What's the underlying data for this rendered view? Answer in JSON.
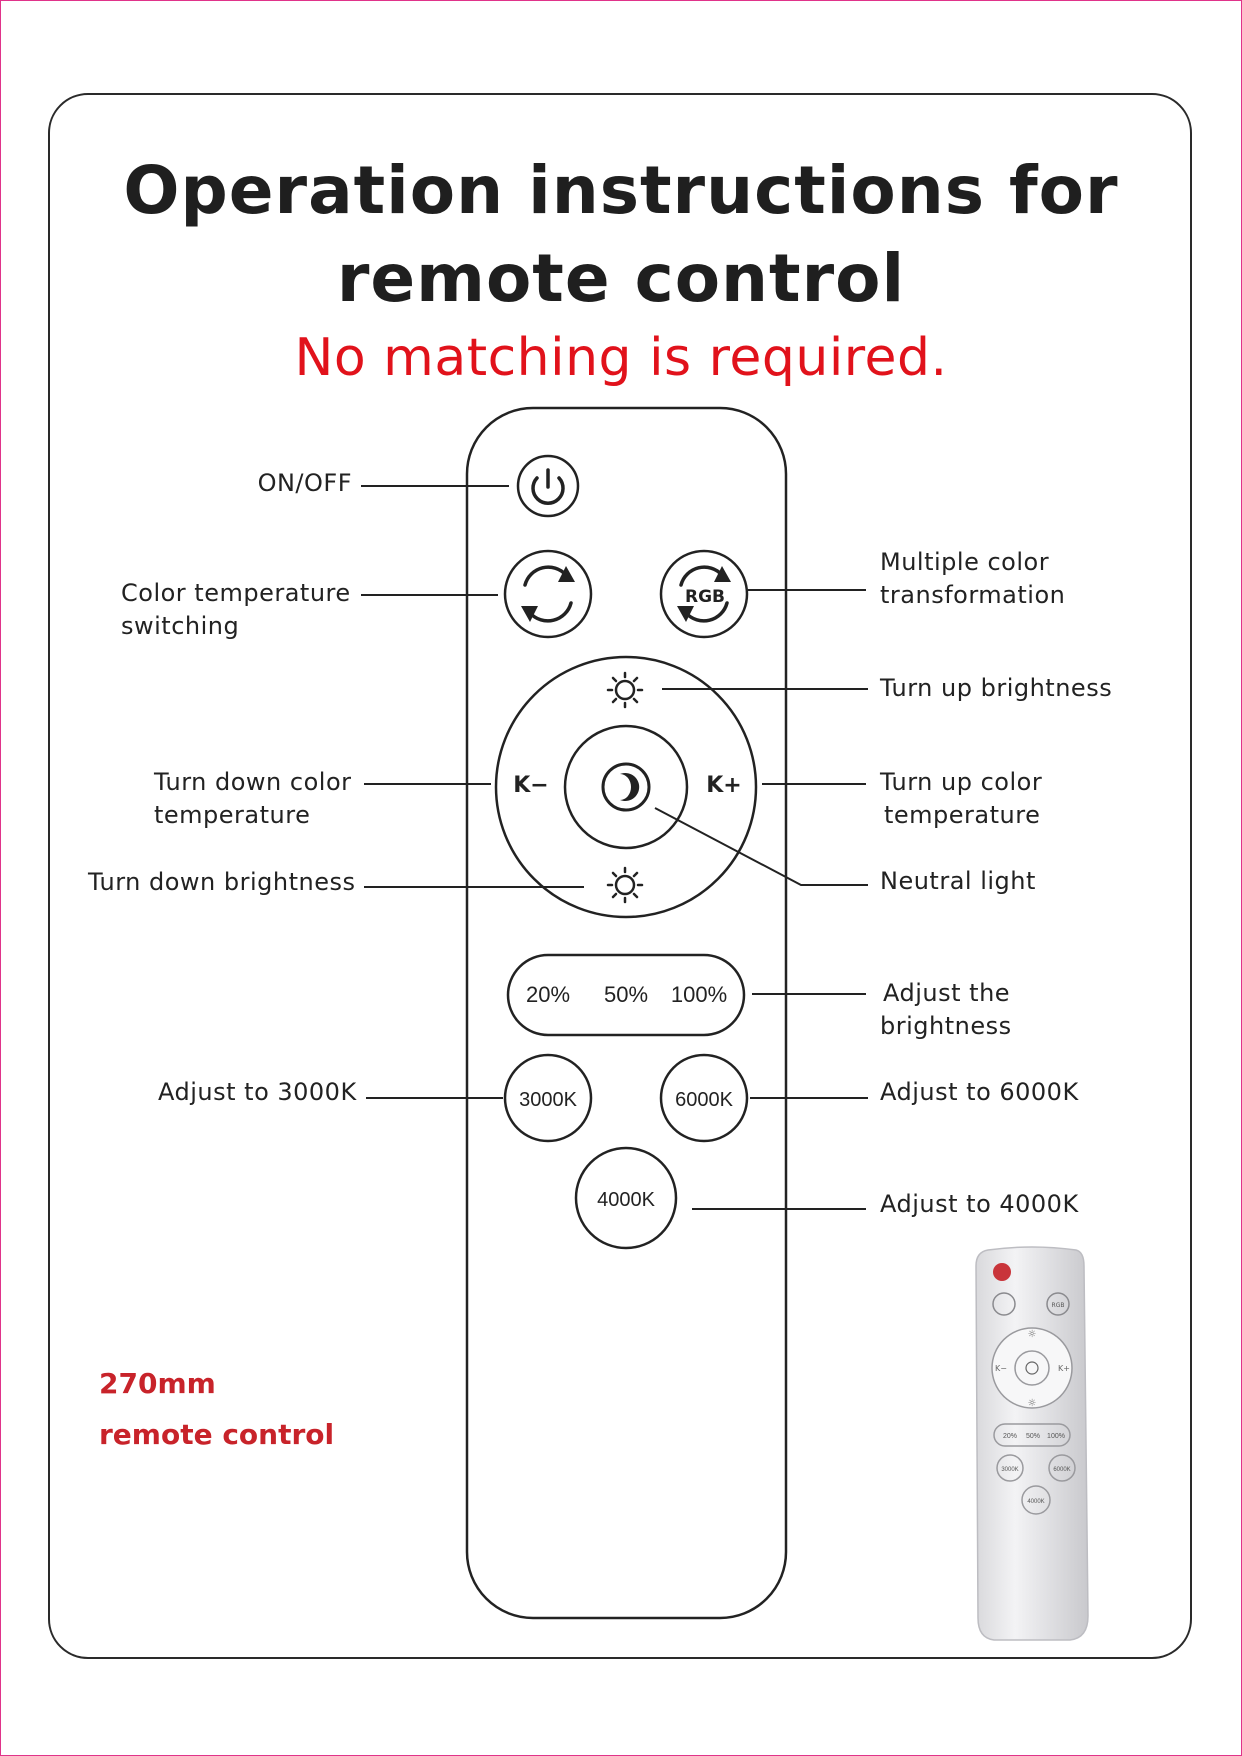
{
  "title": {
    "line1": "Operation instructions for",
    "line2": "remote control",
    "subtitle": "No matching is required."
  },
  "remote": {
    "k_minus": "K−",
    "k_plus": "K+",
    "rgb": "RGB",
    "pct_20": "20%",
    "pct_50": "50%",
    "pct_100": "100%",
    "k3000": "3000K",
    "k6000": "6000K",
    "k4000": "4000K",
    "icons": [
      "power-icon",
      "cycle-icon",
      "rgb-cycle-icon",
      "sun-icon",
      "moon-icon"
    ]
  },
  "labels": {
    "on_off": "ON/OFF",
    "color_temp_switch_1": "Color temperature",
    "color_temp_switch_2": "switching",
    "multi_color_1": "Multiple color",
    "multi_color_2": "transformation",
    "up_brightness": "Turn up brightness",
    "down_color_temp_1": "Turn down color",
    "down_color_temp_2": "temperature",
    "up_color_temp_1": "Turn up color",
    "up_color_temp_2": "temperature",
    "down_brightness": "Turn down brightness",
    "neutral_light": "Neutral light",
    "adjust_brightness_1": "Adjust the",
    "adjust_brightness_2": "brightness",
    "adjust_3000": "Adjust to 3000K",
    "adjust_6000": "Adjust to 6000K",
    "adjust_4000": "Adjust to 4000K"
  },
  "size_note": {
    "line1": "270mm",
    "line2": "remote control"
  },
  "colors": {
    "accent_red": "#e1121b",
    "note_red": "#c8232a",
    "border_pink": "#e0338a"
  }
}
